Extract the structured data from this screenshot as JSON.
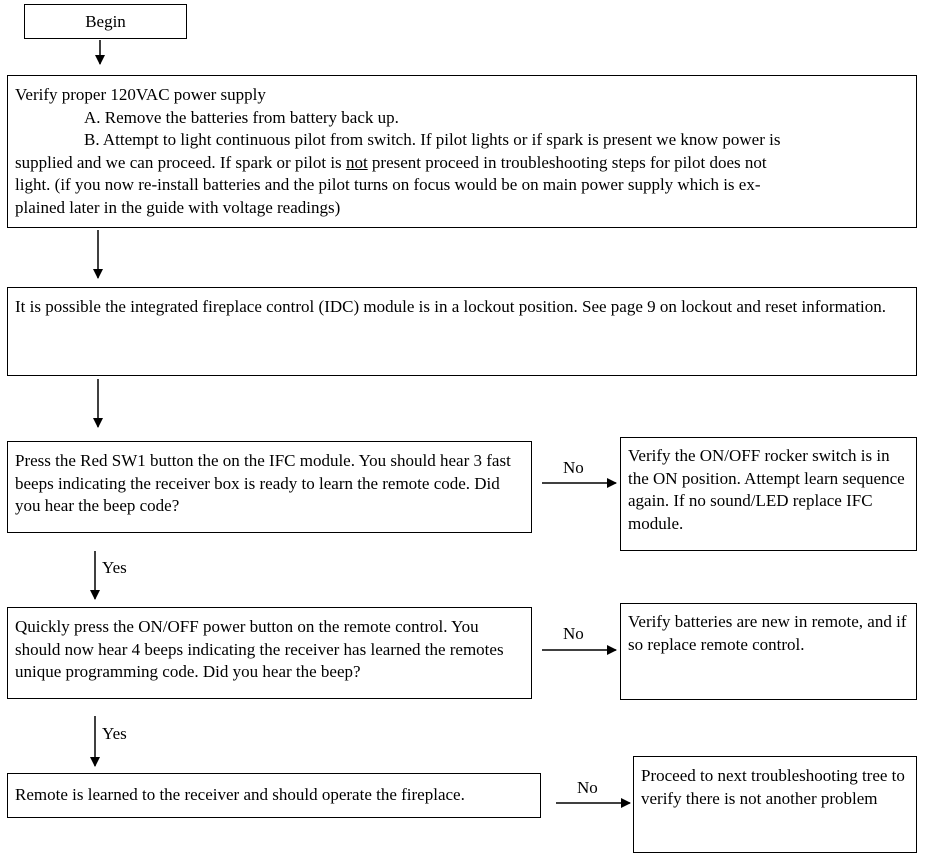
{
  "begin": "Begin",
  "step1": {
    "line1": "Verify proper 120VAC power supply",
    "a": "A.  Remove the batteries from battery back up.",
    "b_prefix": "B.  Attempt to light continuous pilot from switch.  If pilot lights or if spark is present we know power is",
    "b_line2_pre": "supplied and we can proceed.  If spark or pilot is ",
    "b_line2_not": "not",
    "b_line2_post": " present proceed in troubleshooting steps for pilot does not",
    "b_line3": "light.  (if you now re-install batteries and the pilot turns on focus would be on main power supply which is ex-",
    "b_line4": "plained later in the guide with voltage readings)"
  },
  "step2": {
    "text": "It is possible the integrated fireplace control (IDC) module is in a lockout position. See page 9 on lockout and reset information."
  },
  "step3": {
    "text": "Press the Red  SW1 button the on the IFC module.  You should hear 3 fast beeps indicating the receiver box is ready to learn the remote code.  Did you hear the beep code?",
    "no_label": "No",
    "no_text": "Verify the ON/OFF rocker switch is in the ON position. Attempt learn sequence again. If no sound/LED replace IFC module.",
    "yes_label": "Yes"
  },
  "step4": {
    "text": "Quickly press the ON/OFF power button on the remote control.  You should now hear 4 beeps indicating the receiver has learned the remotes unique programming code. Did you hear the beep?",
    "no_label": "No",
    "no_text": "Verify batteries are new in remote, and if so replace remote control.",
    "yes_label": "Yes"
  },
  "step5": {
    "text": "Remote is learned to the receiver and should operate the fireplace.",
    "no_label": "No",
    "no_text": "Proceed to next troubleshooting tree to verify there is not another problem"
  }
}
